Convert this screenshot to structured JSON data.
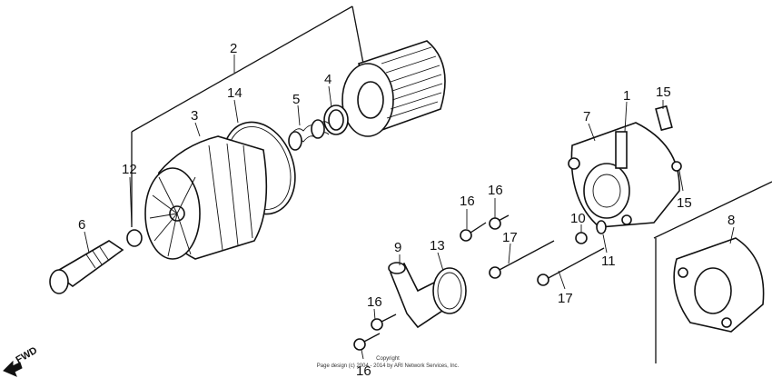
{
  "labels": {
    "p1": "1",
    "p2": "2",
    "p3": "3",
    "p4": "4",
    "p5": "5",
    "p6": "6",
    "p7": "7",
    "p8": "8",
    "p9": "9",
    "p10": "10",
    "p11": "11",
    "p12": "12",
    "p13": "13",
    "p14": "14",
    "p15a": "15",
    "p15b": "15",
    "p16a": "16",
    "p16b": "16",
    "p16c": "16",
    "p16d": "16",
    "p17a": "17",
    "p17b": "17"
  },
  "forward_label": "FWD",
  "copyright": {
    "line1": "Copyright",
    "line2": "Page design (c) 2004 - 2014 by ARI Network Services, Inc."
  }
}
